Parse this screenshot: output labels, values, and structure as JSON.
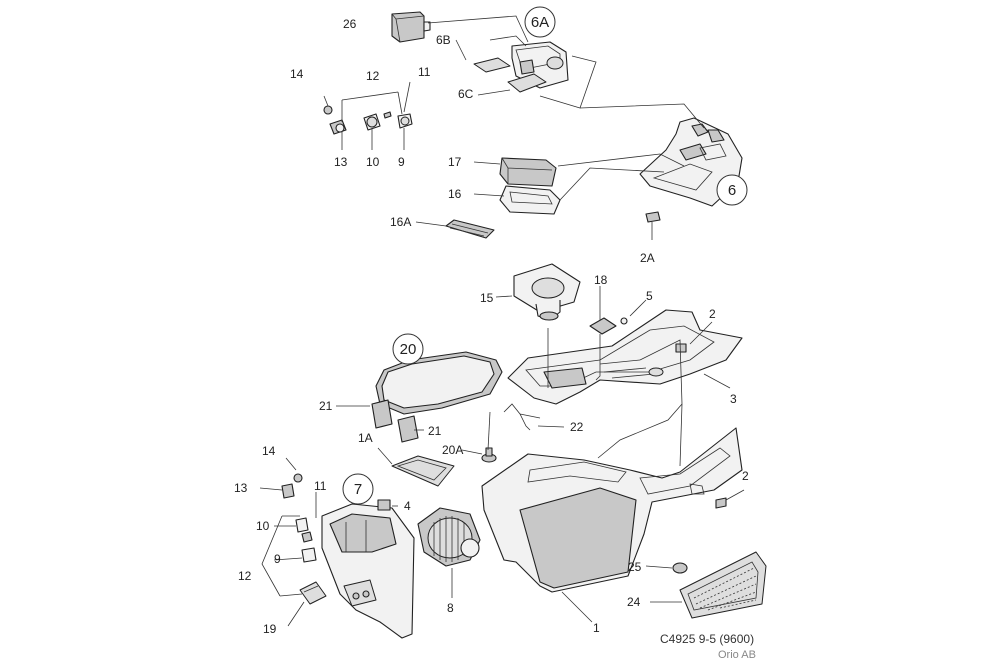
{
  "diagram": {
    "reference_code": "C4925 9-5 (9600)",
    "publisher": "Orio AB",
    "callouts": [
      "6A",
      "6",
      "20",
      "7"
    ],
    "labels": [
      "26",
      "6B",
      "6C",
      "14",
      "12",
      "11",
      "13",
      "10",
      "9",
      "17",
      "16",
      "16A",
      "2A",
      "15",
      "18",
      "5",
      "2",
      "3",
      "21",
      "21",
      "1A",
      "20A",
      "22",
      "14",
      "13",
      "11",
      "10",
      "9",
      "12",
      "19",
      "4",
      "8",
      "1",
      "2",
      "25",
      "24"
    ]
  }
}
